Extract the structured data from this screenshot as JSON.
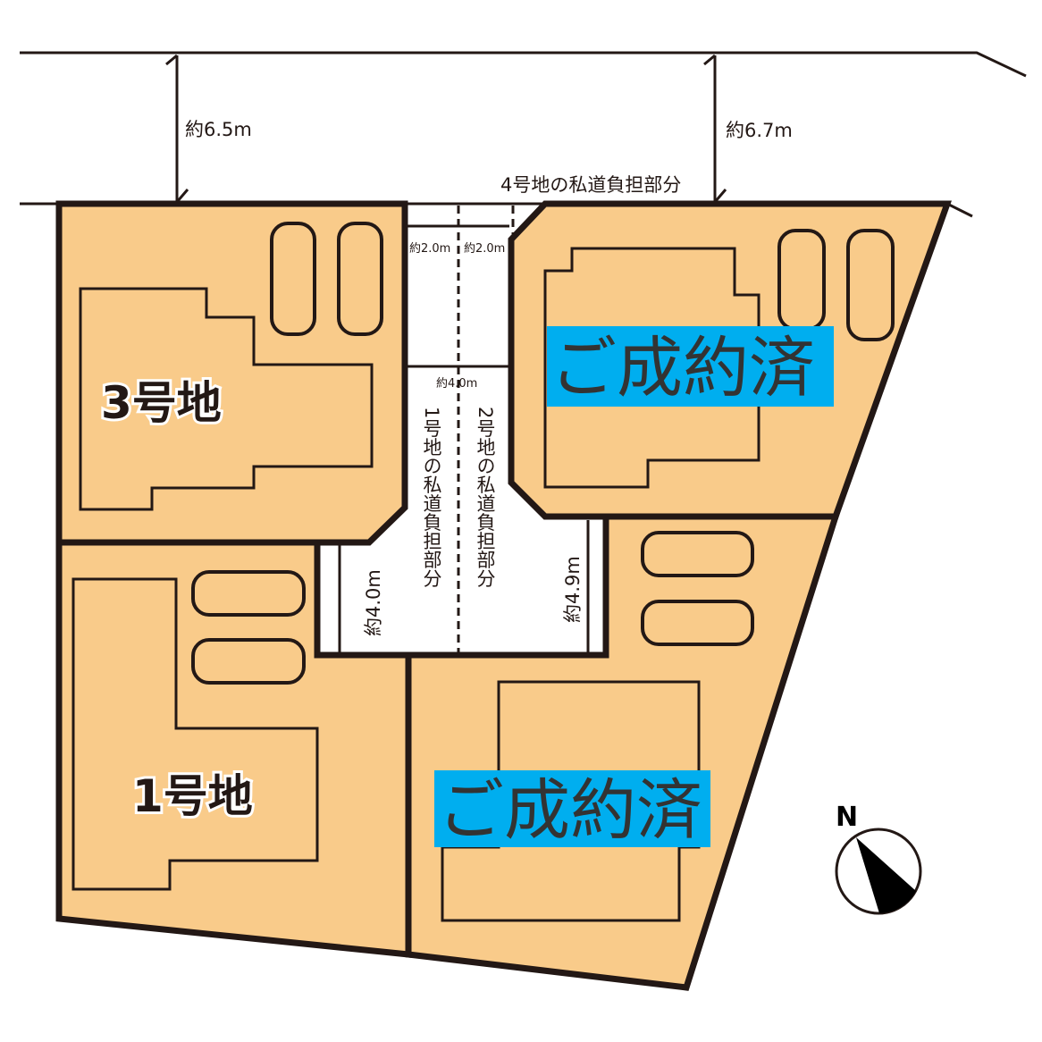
{
  "lots": {
    "lot3": "3号地",
    "lot1": "1号地",
    "lot4_status": "ご成約済",
    "lot2_status": "ご成約済"
  },
  "dimensions": {
    "road_left": "約6.5m",
    "road_right": "約6.7m",
    "private_top_left": "約2.0m",
    "private_top_right": "約2.0m",
    "private_mid": "約4.0m",
    "private_left": "約4.0m",
    "private_right": "約4.9m"
  },
  "notes": {
    "lot4_private": "4号地の私道負担部分",
    "lot1_private": "1号地の私道負担部分",
    "lot2_private": "2号地の私道負担部分"
  },
  "compass": {
    "label": "N"
  },
  "colors": {
    "lot": "#f9cb8a",
    "sold": "#00aeef"
  }
}
